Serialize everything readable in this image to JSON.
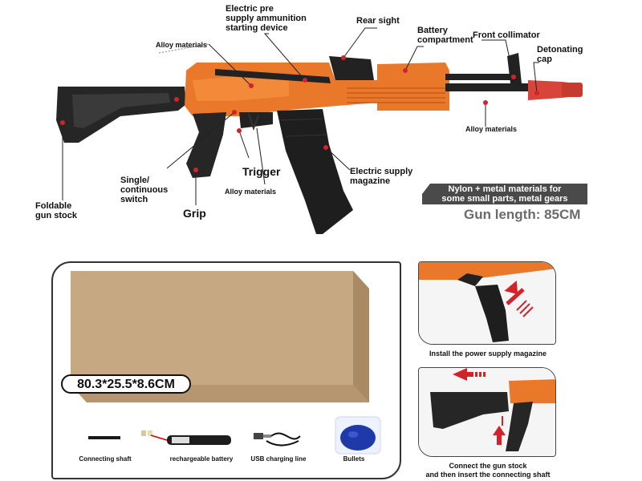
{
  "colors": {
    "orange": "#e9782a",
    "black_part": "#2a2a2a",
    "muzzle_red": "#d9443a",
    "callout_red": "#d2232a",
    "banner_bg": "#4a4a4a",
    "box_cardboard": "#c6a882"
  },
  "callouts": {
    "electric_pre": [
      "Electric pre",
      "supply ammunition",
      "starting device"
    ],
    "rear_sight": "Rear sight",
    "battery": [
      "Battery",
      "compartment"
    ],
    "front_collimator": "Front collimator",
    "detonating": [
      "Detonating",
      "cap"
    ],
    "alloy_top": "Alloy materials",
    "alloy_right": "Alloy materials",
    "alloy_bottom": "Alloy materials",
    "single_switch": [
      "Single/",
      "continuous",
      "switch"
    ],
    "trigger": "Trigger",
    "grip": "Grip",
    "foldable": [
      "Foldable",
      "gun stock"
    ],
    "magazine": [
      "Electric supply",
      "magazine"
    ]
  },
  "banner": [
    "Nylon + metal materials for",
    "some small parts, metal gears"
  ],
  "gun_length": "Gun length: 85CM",
  "box": {
    "dimensions": "80.3*25.5*8.6CM"
  },
  "accessories": [
    {
      "name": "connecting-shaft",
      "label": "Connecting shaft"
    },
    {
      "name": "rechargeable-battery",
      "label": "rechargeable battery"
    },
    {
      "name": "usb-charging-line",
      "label": "USB charging line"
    },
    {
      "name": "bullets",
      "label": "Bullets"
    }
  ],
  "steps": {
    "install_magazine": "Install the power supply magazine",
    "connect_stock": [
      "Connect the gun stock",
      "and then insert the connecting shaft"
    ]
  }
}
